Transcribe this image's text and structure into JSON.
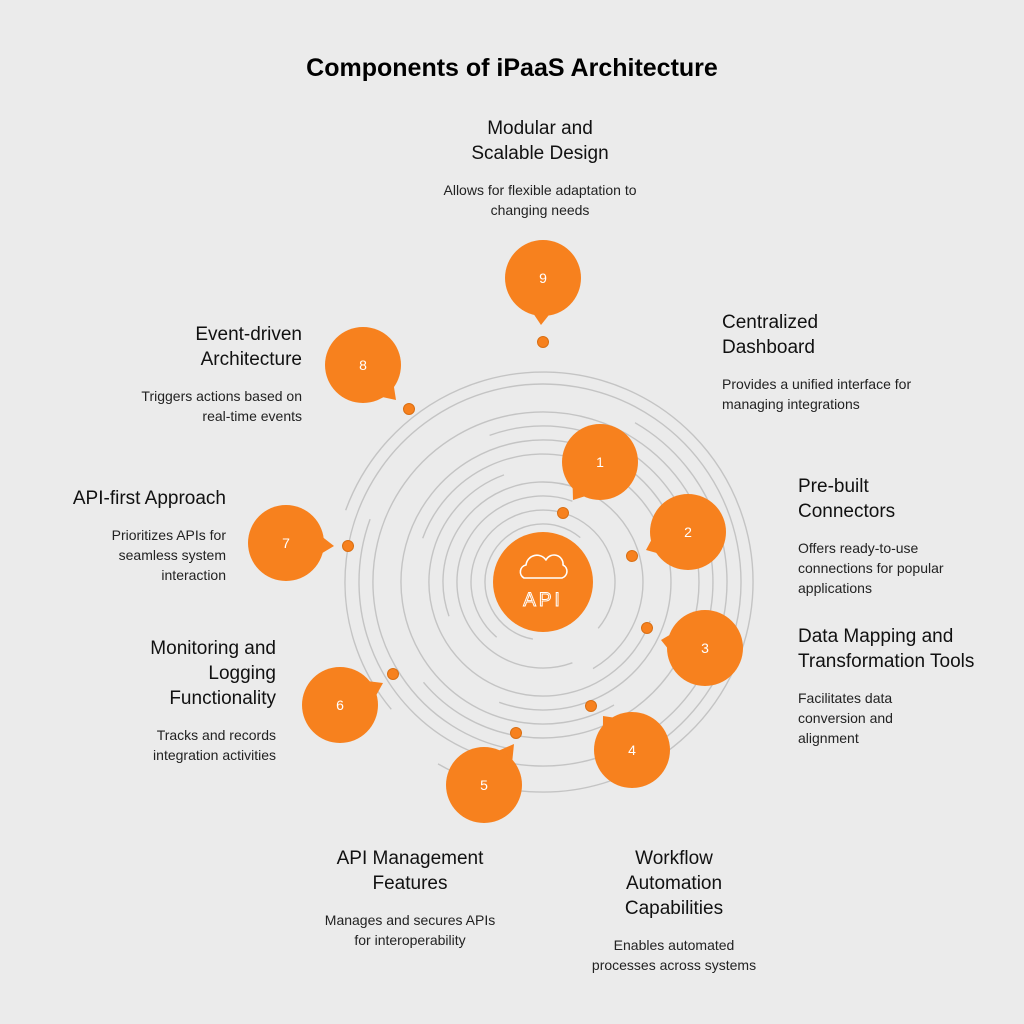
{
  "title": "Components of iPaaS Architecture",
  "center_label": "API",
  "colors": {
    "background": "#ebebeb",
    "accent": "#f7811e",
    "accent_stroke": "#d96f14",
    "ring": "#c4c4c4",
    "text": "#111111"
  },
  "components": [
    {
      "number": "1",
      "heading": "Centralized Dashboard",
      "description": "Provides a unified interface for managing integrations"
    },
    {
      "number": "2",
      "heading": "Pre-built Connectors",
      "description": "Offers ready-to-use connections for popular applications"
    },
    {
      "number": "3",
      "heading": "Data Mapping and Transformation Tools",
      "description": "Facilitates data conversion and alignment"
    },
    {
      "number": "4",
      "heading": "Workflow Automation Capabilities",
      "description": "Enables automated processes across systems"
    },
    {
      "number": "5",
      "heading": "API Management Features",
      "description": "Manages and secures APIs for interoperability"
    },
    {
      "number": "6",
      "heading": "Monitoring and Logging Functionality",
      "description": "Tracks and records integration activities"
    },
    {
      "number": "7",
      "heading": "API-first Approach",
      "description": "Prioritizes APIs for seamless system interaction"
    },
    {
      "number": "8",
      "heading": "Event-driven Architecture",
      "description": "Triggers actions based on real-time events"
    },
    {
      "number": "9",
      "heading": "Modular and Scalable Design",
      "description": "Allows for flexible adaptation to changing needs"
    }
  ]
}
